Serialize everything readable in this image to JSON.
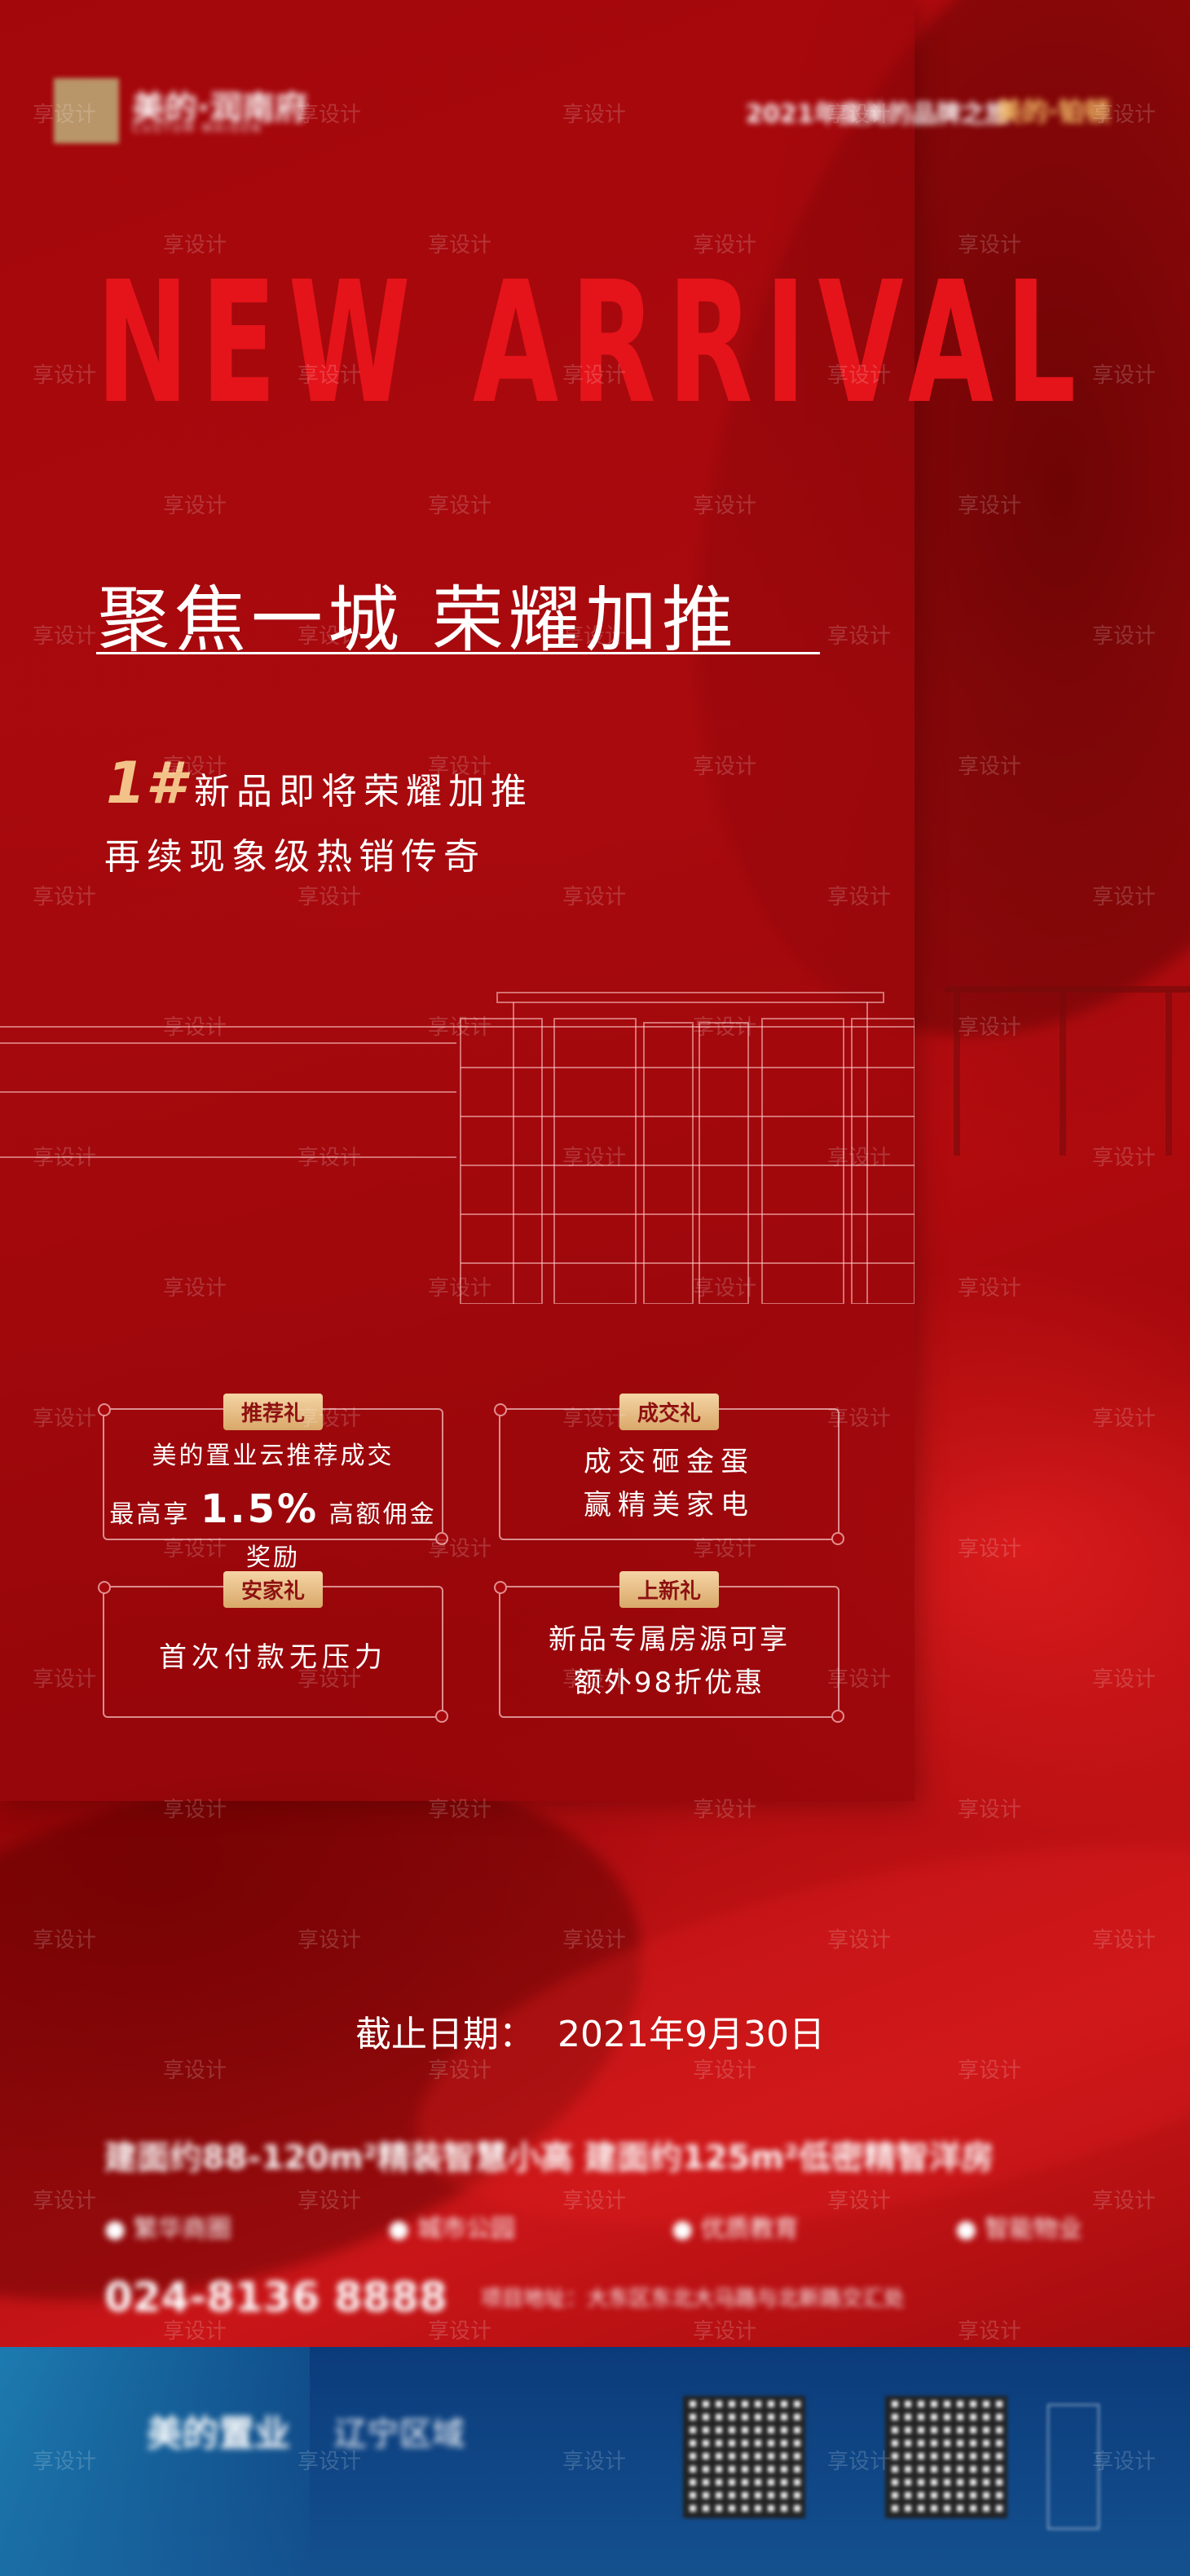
{
  "header": {
    "brand_name": "美的·润南府",
    "brand_sub": "CUSTOM MAISON",
    "top_right_text": "2021年度美的品牌之旅",
    "top_right_badge": "美的·铂顿"
  },
  "headline": "NEW ARRIVAL",
  "subtitle": "聚焦一城 荣耀加推",
  "intro": {
    "number": "1#",
    "line1": "新品即将荣耀加推",
    "line2": "再续现象级热销传奇"
  },
  "cards": [
    {
      "tag": "推荐礼",
      "line1": "美的置业云推荐成交",
      "line2_prefix": "最高享",
      "line2_big": "1.5%",
      "line2_suffix": "高额佣金奖励"
    },
    {
      "tag": "成交礼",
      "line1": "成交砸金蛋",
      "line2": "赢精美家电"
    },
    {
      "tag": "安家礼",
      "line1": "首次付款无压力"
    },
    {
      "tag": "上新礼",
      "line1": "新品专属房源可享",
      "line2": "额外98折优惠"
    }
  ],
  "deadline": {
    "label": "截止日期：",
    "value": "2021年9月30日"
  },
  "footer": {
    "products": "建面约88-120m²精装智慧小高  建面约125m²低密精智洋房",
    "features": [
      "繁华商圈",
      "城市公园",
      "优质教育",
      "智能物业"
    ],
    "phone": "024-8136 8888",
    "address": "项目地址：大东区东北大马路与北新路交汇处",
    "brand": "美的置业",
    "region": "辽宁区域",
    "watermark": "享设计"
  },
  "colors": {
    "background": "#c81014",
    "headline": "#e5141a",
    "gold": "#f2c288",
    "footer_blue": "#0b3b7a"
  }
}
